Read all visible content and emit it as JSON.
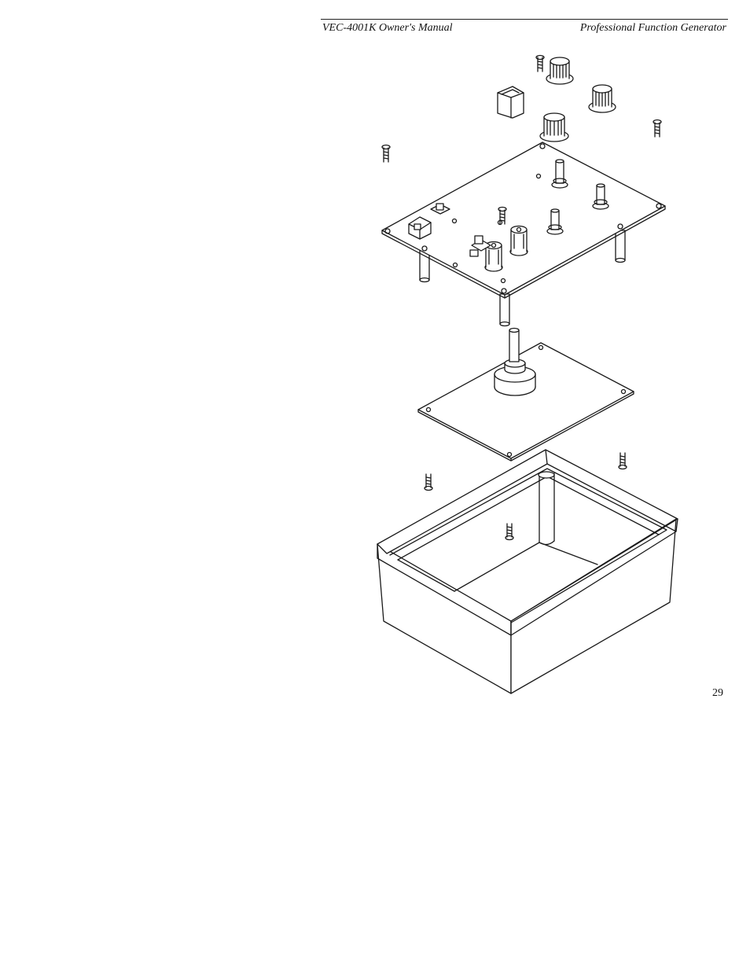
{
  "header": {
    "manual_title": "VEC-4001K Owner's Manual",
    "product_name": "Professional Function Generator"
  },
  "page_number": "29"
}
